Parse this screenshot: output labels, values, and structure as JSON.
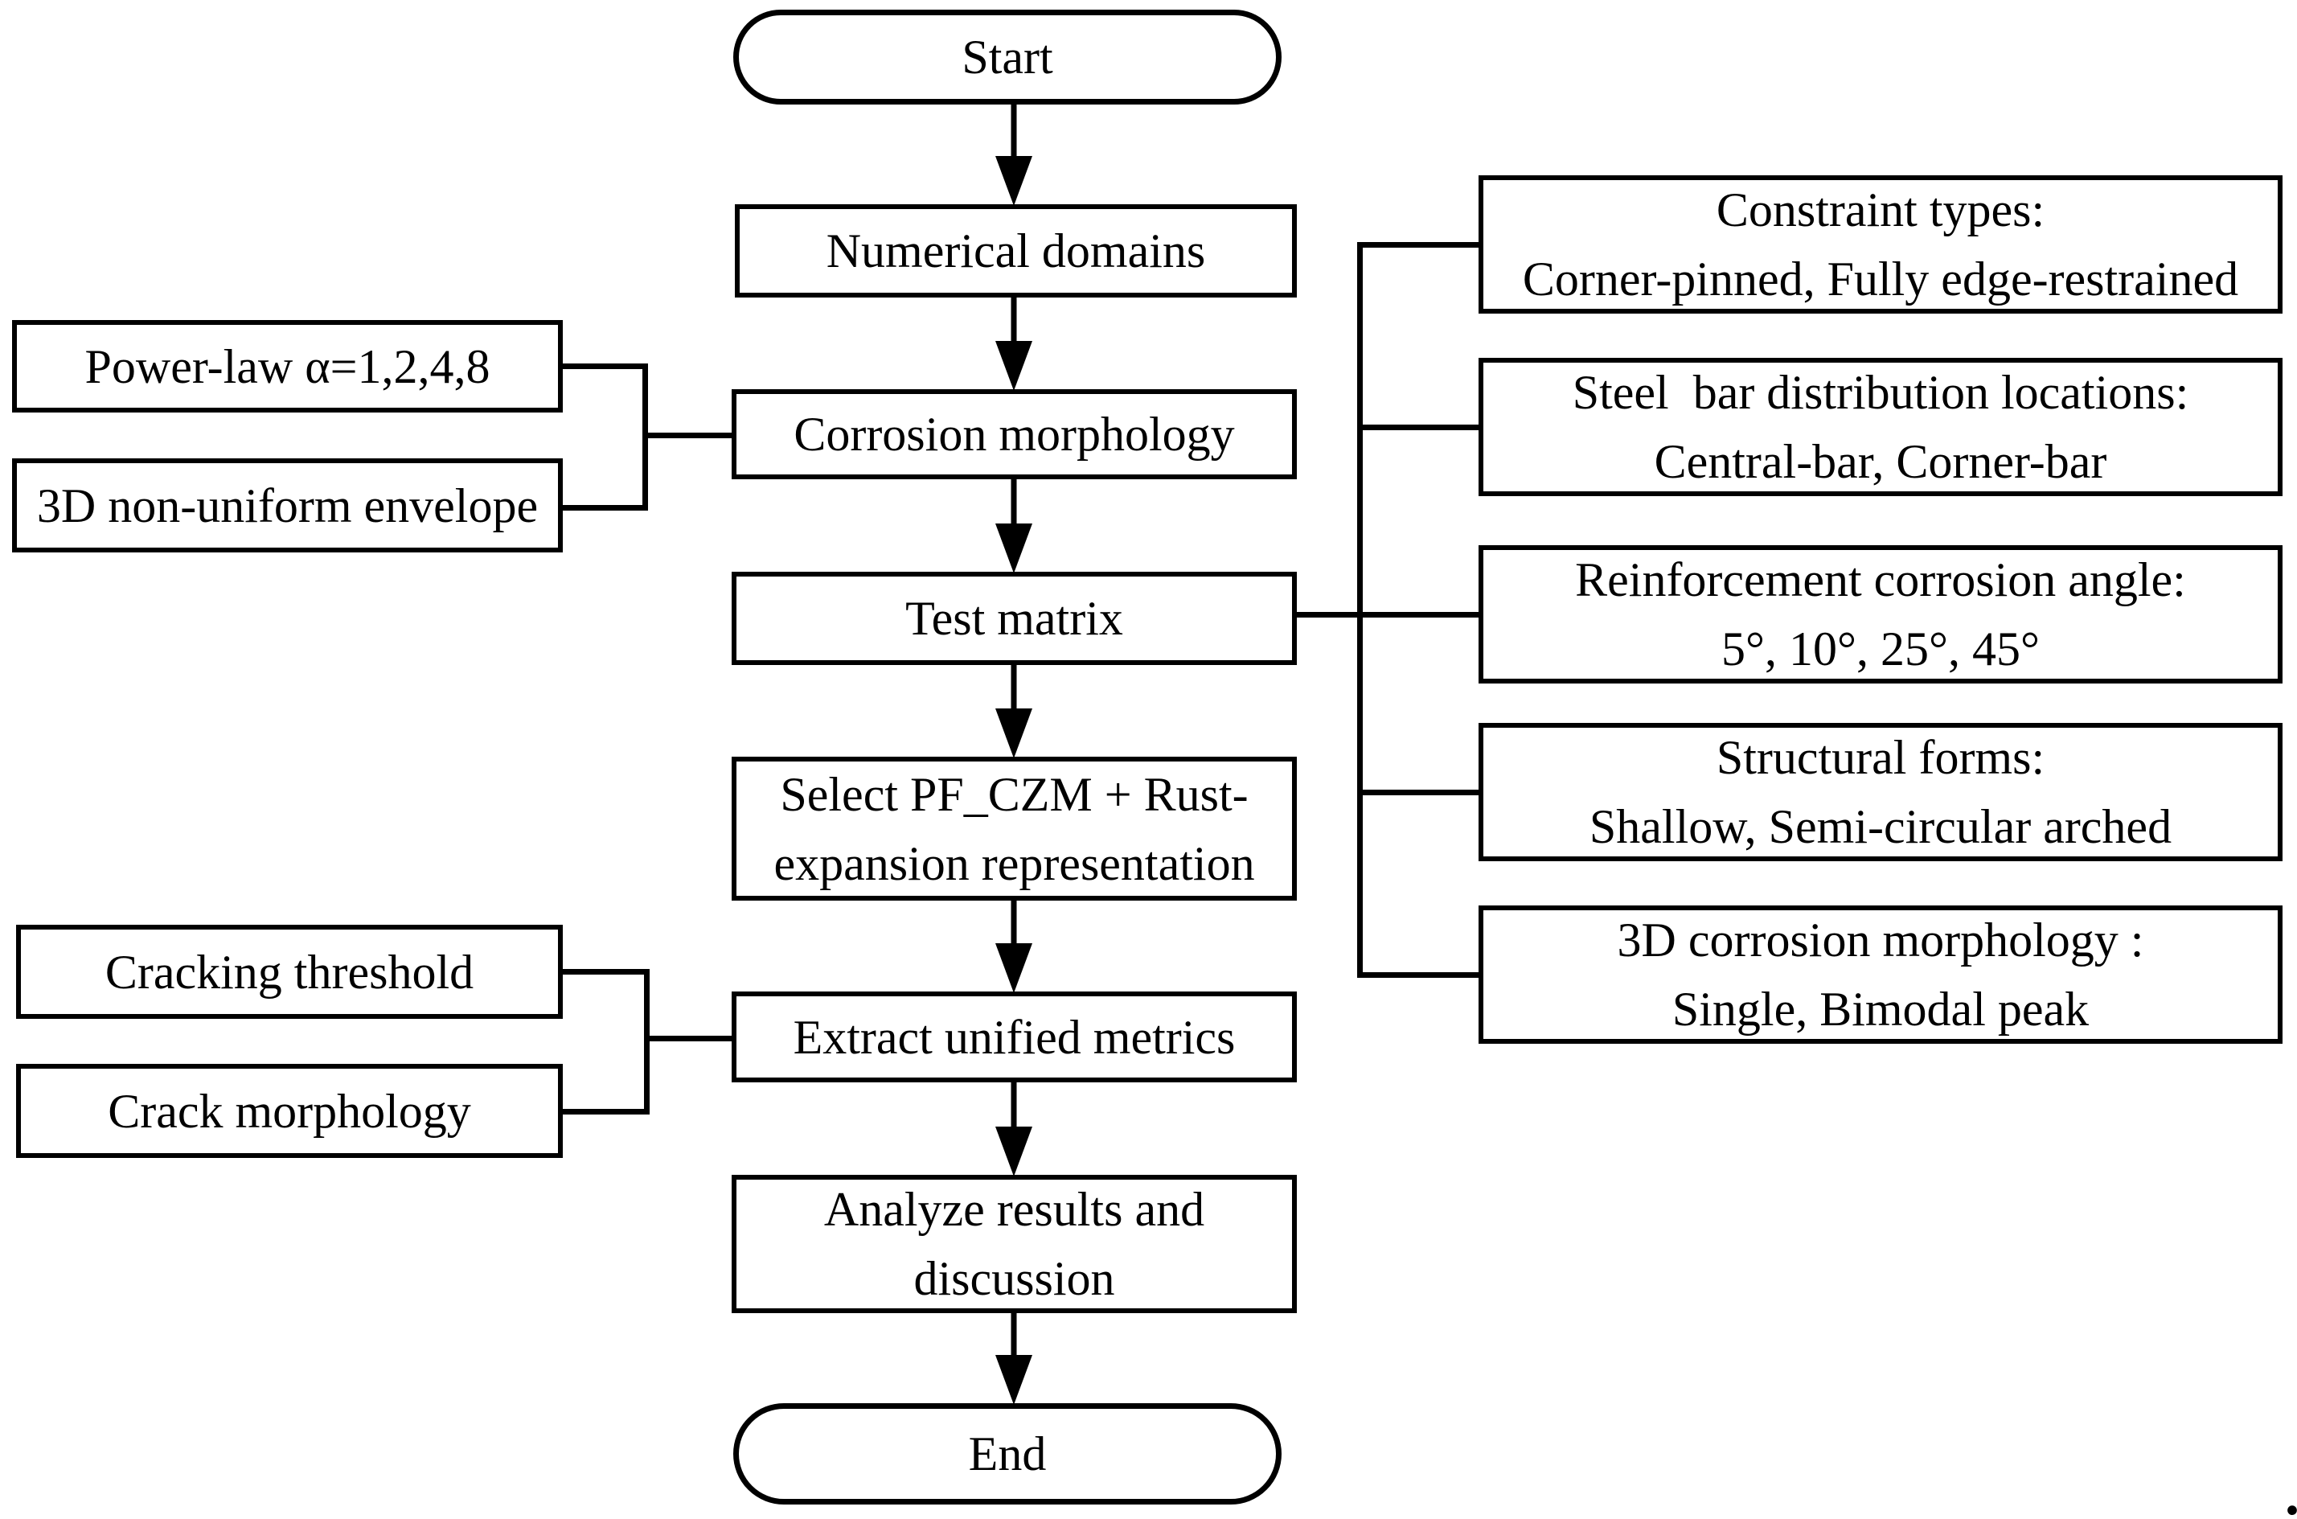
{
  "colors": {
    "stroke": "#000000",
    "background": "#ffffff",
    "box_fill": "#ffffff"
  },
  "flow": {
    "start": {
      "label": "Start"
    },
    "numerical_domains": {
      "label": "Numerical domains"
    },
    "corrosion_morphology": {
      "label": "Corrosion morphology"
    },
    "test_matrix": {
      "label": "Test matrix"
    },
    "select_representation": {
      "line1": "Select PF_CZM + Rust-",
      "line2": "expansion representation"
    },
    "extract_metrics": {
      "label": "Extract unified metrics"
    },
    "analyze_results": {
      "line1": "Analyze results and",
      "line2": "discussion"
    },
    "end": {
      "label": "End"
    }
  },
  "corrosion_inputs": [
    {
      "label": "Power-law α=1,2,4,8"
    },
    {
      "label": "3D non-uniform envelope"
    }
  ],
  "metrics_inputs": [
    {
      "label": "Cracking threshold"
    },
    {
      "label": "Crack morphology"
    }
  ],
  "test_matrix_factors": [
    {
      "line1": "Constraint types:",
      "line2": "Corner-pinned, Fully edge-restrained"
    },
    {
      "line1": "Steel  bar distribution locations:",
      "line2": "Central-bar, Corner-bar"
    },
    {
      "line1": "Reinforcement corrosion angle:",
      "line2": "5°, 10°, 25°, 45°"
    },
    {
      "line1": "Structural forms:",
      "line2": "Shallow, Semi-circular arched"
    },
    {
      "line1": "3D corrosion morphology :",
      "line2": "Single, Bimodal peak"
    }
  ],
  "punctuation": {
    "trailing_period": "."
  }
}
